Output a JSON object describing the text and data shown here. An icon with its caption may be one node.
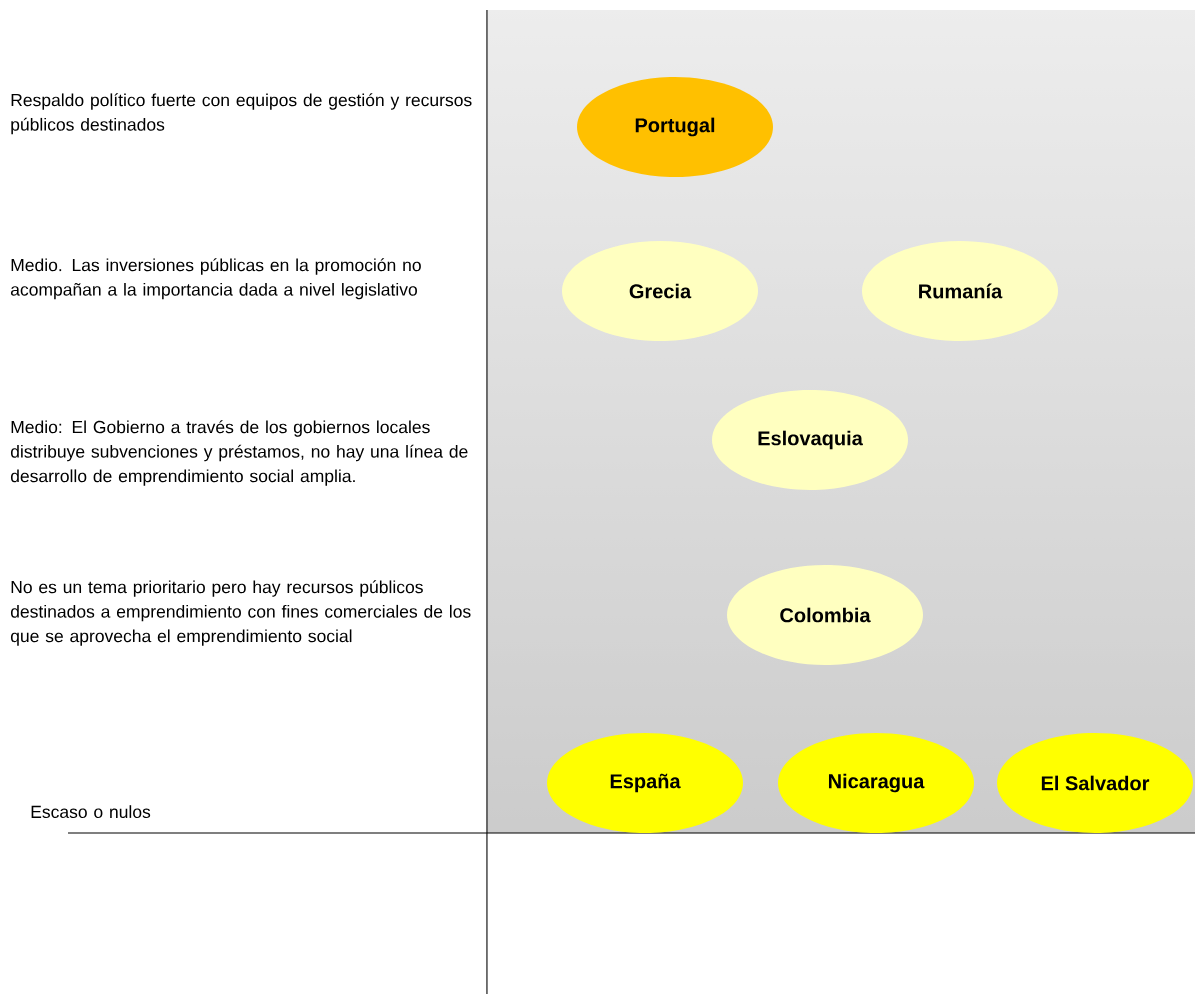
{
  "diagram": {
    "nodes": [
      {
        "text": [
          "Portugal"
        ]
      },
      {
        "text": [
          "Grecia"
        ]
      },
      {
        "text": [
          "Rumanía"
        ]
      },
      {
        "text": [
          "Eslovaquia"
        ]
      },
      {
        "text": [
          "Colombia"
        ]
      },
      {
        "text": [
          "España"
        ]
      },
      {
        "text": [
          "Nicaragua"
        ]
      },
      {
        "text": [
          "El Salvador"
        ]
      }
    ],
    "edges": [],
    "labels": [
      "Respaldo político fuerte con equipos de gestión y recursos públicos destinados",
      "Medio. Las inversiones públicas en la promoción no  acompañan a la importancia dada a nivel legislativo",
      "Medio: El Gobierno a través de los gobiernos locales distribuye subvenciones y préstamos, no hay una línea de  desarrollo de emprendimiento social  amplia.",
      "No es un tema prioritario pero hay recursos públicos destinados a emprendimiento con fines comerciales  de los que se aprovecha el emprendimiento social",
      "Escaso o nulos"
    ]
  }
}
